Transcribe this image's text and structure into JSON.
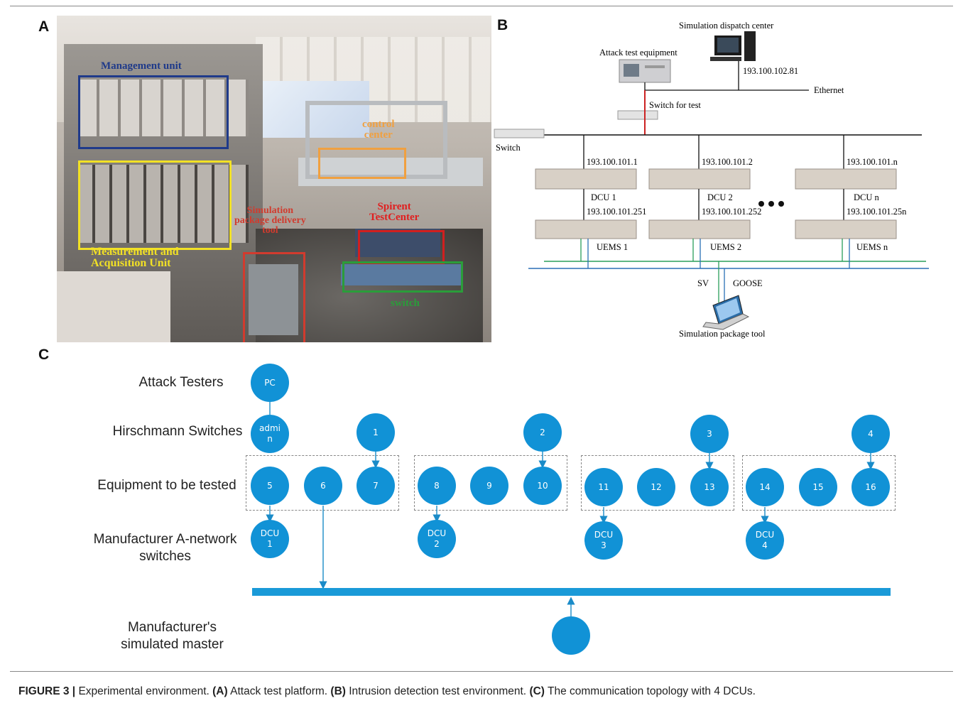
{
  "panel_letters": {
    "a": "A",
    "b": "B",
    "c": "C"
  },
  "photo_labels": {
    "management_unit": "Management unit",
    "measurement_unit": "Measurement and\nAcquisition Unit",
    "control_center": "control\ncenter",
    "simulation_tool": "Simulation\npackage delivery\ntool",
    "spirent": "Spirent\nTestCenter",
    "switch": "switch"
  },
  "diagram_b": {
    "dispatch_center": "Simulation dispatch center",
    "attack_equipment": "Attack test equipment",
    "ip_dispatch": "193.100.102.81",
    "ethernet": "Ethernet",
    "switch_for_test": "Switch for test",
    "switch": "Switch",
    "dcu_ips": [
      "193.100.101.1",
      "193.100.101.2",
      "193.100.101.n"
    ],
    "dcu_names": [
      "DCU 1",
      "DCU 2",
      "DCU n"
    ],
    "uems_ips": [
      "193.100.101.251",
      "193.100.101.252",
      "193.100.101.25n"
    ],
    "uems_names": [
      "UEMS 1",
      "UEMS 2",
      "UEMS n"
    ],
    "sv": "SV",
    "goose": "GOOSE",
    "package_tool": "Simulation package tool",
    "colors": {
      "line": "#111111",
      "red_link": "#cc2222",
      "green_bus": "#2a9d5a",
      "blue_bus": "#2a6fb5"
    }
  },
  "diagram_c": {
    "row_labels": {
      "attack_testers": "Attack Testers",
      "hirschmann": "Hirschmann Switches",
      "equipment": "Equipment to be tested",
      "manufacturer_switches": "Manufacturer A-network\nswitches",
      "simulated_master": "Manufacturer's\nsimulated master"
    },
    "pc_label": "PC",
    "admin_label": "admin",
    "hirschmann_nodes": [
      "1",
      "2",
      "3",
      "4"
    ],
    "equipment_nodes": [
      "5",
      "6",
      "7",
      "8",
      "9",
      "10",
      "11",
      "12",
      "13",
      "14",
      "15",
      "16"
    ],
    "dcu_nodes": [
      "DCU\n1",
      "DCU\n2",
      "DCU\n3",
      "DCU\n4"
    ],
    "colors": {
      "node": "#1192d6",
      "bus": "#1a9ad8",
      "arrow": "#1a8bc8"
    }
  },
  "caption": {
    "figure": "FIGURE 3 |",
    "intro": "Experimental environment.",
    "a_tag": "(A)",
    "a_text": "Attack test platform.",
    "b_tag": "(B)",
    "b_text": "Intrusion detection test environment.",
    "c_tag": "(C)",
    "c_text": "The communication topology with 4 DCUs."
  }
}
